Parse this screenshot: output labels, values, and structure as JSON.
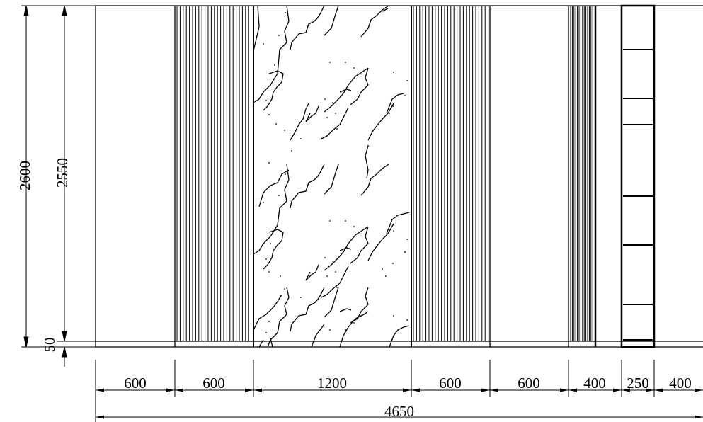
{
  "dimensions": {
    "overall_height": "2600",
    "wall_height": "2550",
    "base_height": "50",
    "segments": [
      "600",
      "600",
      "1200",
      "600",
      "600",
      "400",
      "250",
      "400"
    ],
    "total_width": "4650"
  },
  "colors": {
    "line": "#000000",
    "background": "#ffffff"
  }
}
